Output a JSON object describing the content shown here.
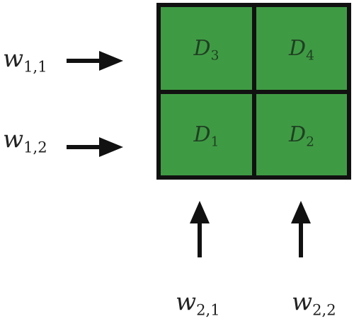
{
  "cells": {
    "top_left": {
      "letter": "D",
      "index": "3"
    },
    "top_right": {
      "letter": "D",
      "index": "4"
    },
    "bottom_left": {
      "letter": "D",
      "index": "1"
    },
    "bottom_right": {
      "letter": "D",
      "index": "2"
    }
  },
  "row_inputs": [
    {
      "letter": "w",
      "index": "1,1"
    },
    {
      "letter": "w",
      "index": "1,2"
    }
  ],
  "column_inputs": [
    {
      "letter": "w",
      "index": "2,1"
    },
    {
      "letter": "w",
      "index": "2,2"
    }
  ],
  "colors": {
    "cell_fill": "#3f9a44",
    "grid_border": "#111111",
    "arrow": "#111111"
  },
  "icons": {
    "row_arrow": "arrow-right-icon",
    "column_arrow": "arrow-up-icon"
  }
}
